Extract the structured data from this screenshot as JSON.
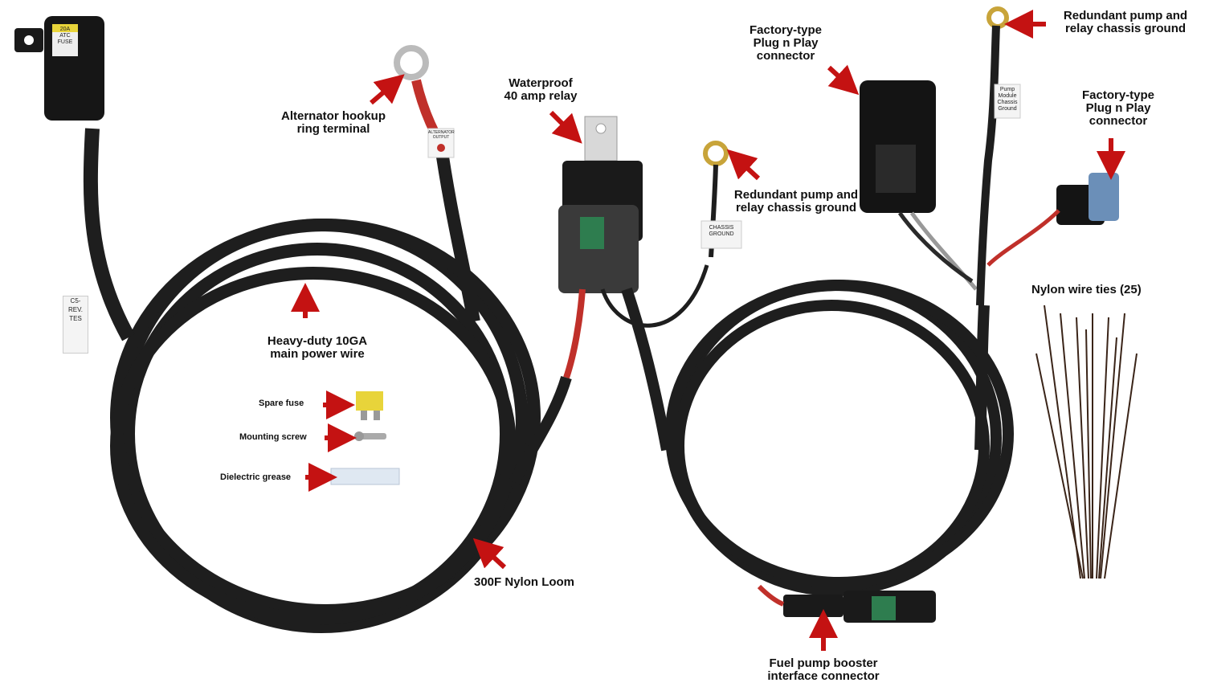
{
  "labels": {
    "alternator": [
      "Alternator hookup",
      "ring terminal"
    ],
    "relay": [
      "Waterproof",
      "40 amp relay"
    ],
    "ground_mid": [
      "Redundant pump and",
      "relay chassis ground"
    ],
    "plug_top": [
      "Factory-type",
      "Plug n Play",
      "connector"
    ],
    "ground_top": [
      "Redundant pump and",
      "relay chassis ground"
    ],
    "plug_right": [
      "Factory-type",
      "Plug n Play",
      "connector"
    ],
    "main_wire": [
      "Heavy-duty 10GA",
      "main power wire"
    ],
    "wire_ties": "Nylon wire ties (25)",
    "loom": "300F Nylon Loom",
    "booster": [
      "Fuel pump booster",
      "interface connector"
    ],
    "spare_fuse": "Spare fuse",
    "mounting_screw": "Mounting screw",
    "dielectric_grease": "Dielectric grease"
  },
  "component_tags": {
    "fuse_holder": [
      "20A",
      "ATC",
      "FUSE"
    ],
    "chassis_ground": [
      "CHASSIS",
      "GROUND"
    ],
    "module_ground": [
      "Pump",
      "Module",
      "Chassis",
      "Ground"
    ],
    "alternator_output": [
      "ALTERNATOR",
      "OUTPUT"
    ],
    "part_tag": [
      "C5-",
      "REV.",
      "TES"
    ]
  },
  "colors": {
    "arrow": "#c41212",
    "cable": "#1c1c1c",
    "red_wire": "#c0302a",
    "fuse_yellow": "#e8d43a"
  }
}
